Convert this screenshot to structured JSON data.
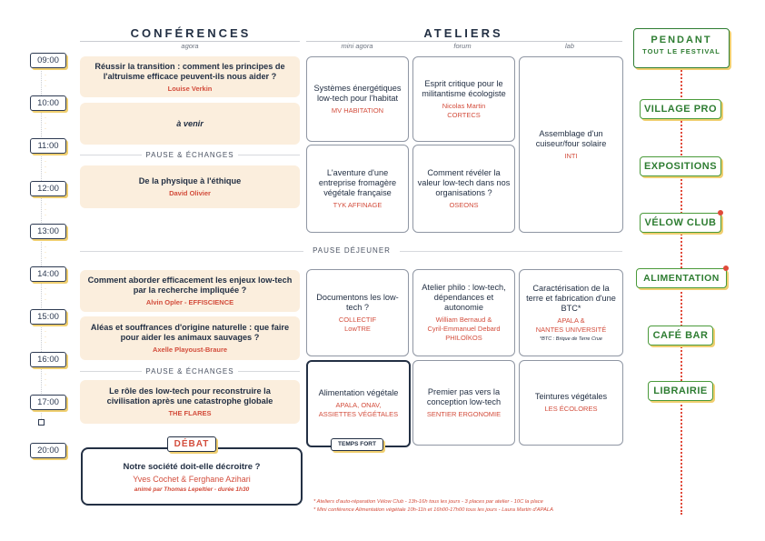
{
  "headers": {
    "conferences": "CONFÉRENCES",
    "conferences_sub": "agora",
    "ateliers": "ATELIERS",
    "ateliers_subs": [
      "mini agora",
      "forum",
      "lab"
    ]
  },
  "times": [
    "09:00",
    "10:00",
    "11:00",
    "12:00",
    "13:00",
    "14:00",
    "15:00",
    "16:00",
    "17:00",
    "20:00"
  ],
  "pauses": {
    "echanges_1": "PAUSE & ÉCHANGES",
    "dejeuner": "PAUSE DÉJEUNER",
    "echanges_2": "PAUSE & ÉCHANGES"
  },
  "conferences": [
    {
      "title": "Réussir la transition : comment les principes de l'altruisme efficace peuvent-ils nous aider ?",
      "speaker": "Louise Verkin"
    },
    {
      "title": "à venir",
      "speaker": ""
    },
    {
      "title": "De la physique à l'éthique",
      "speaker": "David Olivier"
    },
    {
      "title": "Comment aborder efficacement les enjeux low-tech par la recherche impliquée ?",
      "speaker": "Alvin Opler - EFFISCIENCE"
    },
    {
      "title": "Aléas et souffrances d'origine naturelle : que faire pour aider les animaux sauvages ?",
      "speaker": "Axelle Playoust-Braure"
    },
    {
      "title": "Le rôle des low-tech pour reconstruire la civilisation après une catastrophe globale",
      "speaker": "THE FLARES"
    }
  ],
  "debate": {
    "tag": "DÉBAT",
    "title": "Notre société doit-elle décroitre ?",
    "speakers": "Yves Cochet & Ferghane Azihari",
    "moderator": "animé par Thomas Lepeltier - durée 1h30"
  },
  "ateliers": [
    {
      "title": "Systèmes énergétiques low-tech pour l'habitat",
      "org": "MV HABITATION"
    },
    {
      "title": "Esprit critique pour le militantisme écologiste",
      "org": "Nicolas Martin\nCORTECS"
    },
    {
      "title": "Assemblage d'un cuiseur/four solaire",
      "org": "INTI"
    },
    {
      "title": "L'aventure d'une entreprise fromagère végétale française",
      "org": "TYK AFFINAGE"
    },
    {
      "title": "Comment révéler la valeur low-tech dans nos organisations ?",
      "org": "OSEONS"
    },
    {
      "title": "Documentons les low-tech ?",
      "org": "COLLECTIF\nLowTRE"
    },
    {
      "title": "Atelier philo : low-tech, dépendances et autonomie",
      "org": "William Bernaud &\nCyril-Emmanuel Debard\nPHILOÏKOS"
    },
    {
      "title": "Caractérisation de la terre et fabrication d'une BTC*",
      "org": "APALA &\nNANTES UNIVERSITÉ",
      "note": "*BTC : Brique de Terre Crue"
    },
    {
      "title": "Alimentation végétale",
      "org": "APALA, ONAV,\nASSIETTES VÉGÉTALES"
    },
    {
      "title": "Premier pas vers la conception low-tech",
      "org": "SENTIER ERGONOMIE"
    },
    {
      "title": "Teintures végétales",
      "org": "LES ÉCOLORES"
    }
  ],
  "temps_fort": "TEMPS FORT",
  "pendant": {
    "title": "PENDANT",
    "sub": "TOUT LE FESTIVAL"
  },
  "side_items": [
    "VILLAGE PRO",
    "EXPOSITIONS",
    "VÉLOW CLUB",
    "ALIMENTATION",
    "CAFÉ BAR",
    "LIBRAIRIE"
  ],
  "footnotes": [
    "* Ateliers d'auto-réparation Vélow Club - 13h-16h tous les jours - 3 places par atelier - 10C la place",
    "* Mini conférence Alimentation végétale 10h-11h et 16h00-17h00 tous les jours - Laura Martin d'APALA"
  ],
  "colors": {
    "accent_red": "#d34d3c",
    "navy": "#233044",
    "green": "#2e7d32",
    "conf_bg": "#fbeedd",
    "yellow_shadow": "#f0cf70"
  }
}
